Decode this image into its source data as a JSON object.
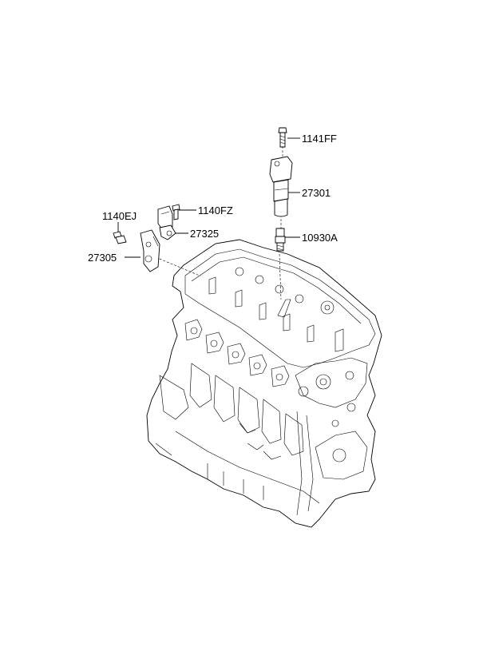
{
  "labels": {
    "bolt_top": "1141FF",
    "ignition_coil": "27301",
    "spark_plug": "10930A",
    "bolt_sensor": "1140FZ",
    "bolt_bracket": "1140EJ",
    "cam_sensor": "27325",
    "bracket": "27305"
  }
}
